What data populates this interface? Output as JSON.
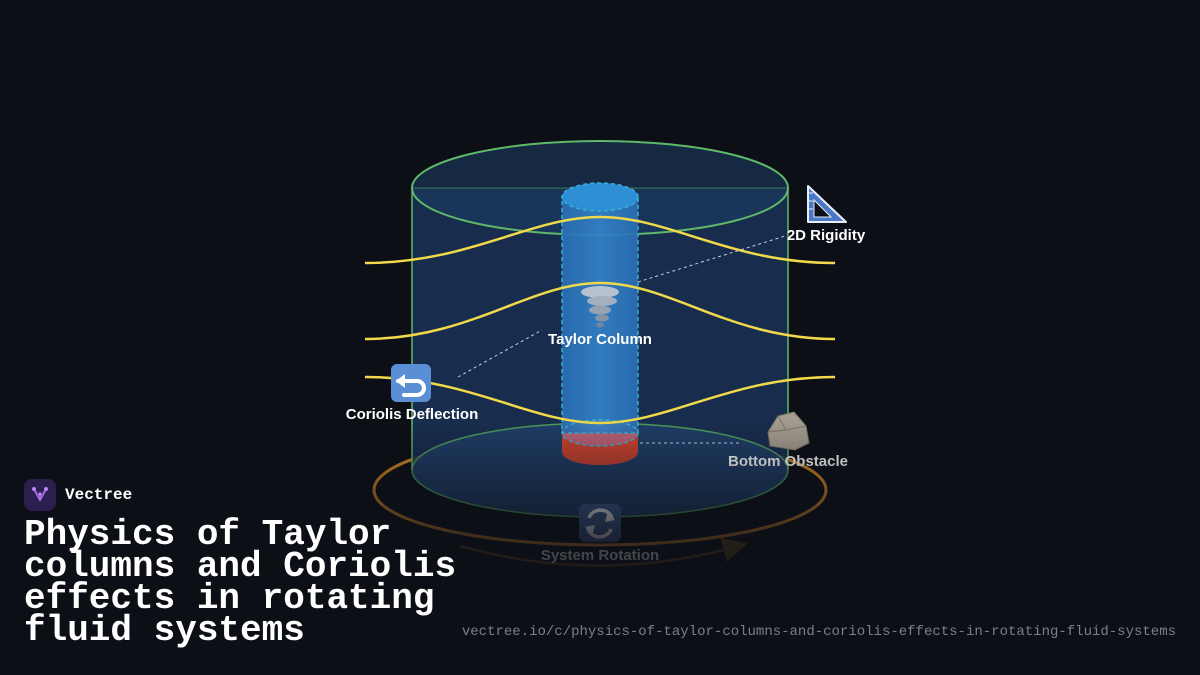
{
  "diagram": {
    "labels": {
      "rigidity": "2D Rigidity",
      "taylor_column": "Taylor Column",
      "coriolis": "Coriolis Deflection",
      "obstacle": "Bottom Obstacle",
      "rotation": "System Rotation"
    },
    "icons": {
      "rigidity": "triangular-ruler-icon",
      "taylor_column": "tornado-icon",
      "coriolis": "curved-arrow-icon",
      "obstacle": "rock-icon",
      "rotation": "counterclockwise-arrows-icon"
    },
    "colors": {
      "tank_outline": "#5fb86a",
      "tank_fill": "#1b3358",
      "column_fill": "#2d79c0",
      "column_top": "#2e8fd6",
      "obstacle": "#c9432f",
      "streamlines": "#f2d94a",
      "rotation_ring": "#d98a24"
    }
  },
  "brand": {
    "name": "Vectree"
  },
  "title": "Physics of Taylor columns and Coriolis effects in rotating fluid systems",
  "url": "vectree.io/c/physics-of-taylor-columns-and-coriolis-effects-in-rotating-fluid-systems"
}
